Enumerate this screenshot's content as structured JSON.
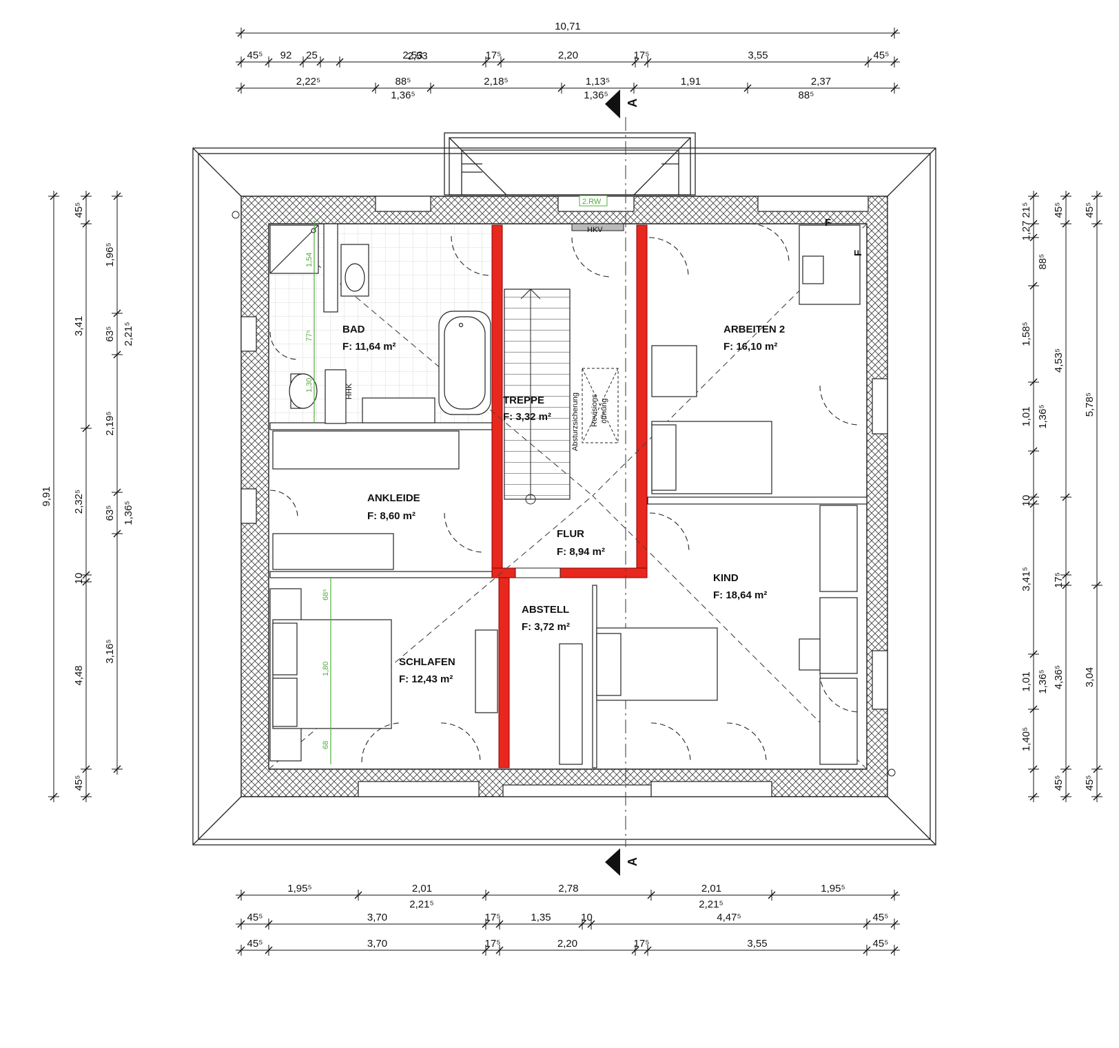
{
  "rooms": [
    {
      "id": "bad",
      "name": "BAD",
      "area": "F: 11,64 m²"
    },
    {
      "id": "treppe",
      "name": "TREPPE",
      "area": "F: 3,32 m²"
    },
    {
      "id": "arbeiten2",
      "name": "ARBEITEN 2",
      "area": "F:   16,10 m²"
    },
    {
      "id": "ankleide",
      "name": "ANKLEIDE",
      "area": "F:  8,60 m²"
    },
    {
      "id": "flur",
      "name": "FLUR",
      "area": "F: 8,94 m²"
    },
    {
      "id": "kind",
      "name": "KIND",
      "area": "F: 18,64 m²"
    },
    {
      "id": "abstell",
      "name": "ABSTELL",
      "area": "F: 3,72 m²"
    },
    {
      "id": "schlafen",
      "name": "SCHLAFEN",
      "area": "F:  12,43 m²"
    }
  ],
  "labels": {
    "rw": "2.RW",
    "hkv": "HKV",
    "hhk": "HHK",
    "absturz": "Absturzsicherung",
    "revision1": "Revisions",
    "revision2": "öffnung",
    "f1": "F",
    "f2": "F",
    "section": "A"
  },
  "dims_top": {
    "total": "10,71",
    "row2": [
      "45⁵",
      "92",
      "25",
      "2,53",
      "17⁵",
      "2,20",
      "17⁵",
      "3,55",
      "45⁵"
    ],
    "row3_upper": [
      "2,22⁵",
      "88⁵",
      "2,18⁵",
      "1,13⁵",
      "1,91",
      "2,37"
    ],
    "row3_lower": [
      "1,36⁵",
      "1,36⁵",
      "88⁵"
    ]
  },
  "dims_bottom": {
    "row1_upper": [
      "1,95⁵",
      "2,01",
      "2,78",
      "2,01",
      "1,95⁵"
    ],
    "row1_lower": [
      "2,21⁵",
      "2,21⁵"
    ],
    "row2": [
      "45⁵",
      "3,70",
      "17⁵",
      "1,35",
      "10",
      "4,47⁵",
      "45⁵"
    ],
    "row3": [
      "45⁵",
      "3,70",
      "17⁵",
      "2,20",
      "17⁵",
      "3,55",
      "45⁵"
    ]
  },
  "dims_left": {
    "total": "9,91",
    "col2": [
      "45⁵",
      "3,41",
      "2,32⁵",
      "10",
      "4,48",
      "45⁵"
    ],
    "col3": [
      "1,96⁵",
      "63⁵",
      "2,19⁵",
      "63⁵",
      "3,16⁵"
    ],
    "col3_extra": [
      "2,21⁵",
      "1,36⁵"
    ]
  },
  "dims_right": {
    "col1": [
      "21⁵",
      "1,27",
      "88⁵",
      "1,58⁵",
      "1,01",
      "1,36⁵",
      "10",
      "3,41⁵",
      "1,01",
      "1,36⁵",
      "1,40⁵"
    ],
    "col2": [
      "45⁵",
      "4,53⁵",
      "17⁵",
      "4,36⁵",
      "45⁵"
    ],
    "col3": [
      "45⁵",
      "5,78⁵",
      "3,04",
      "45⁵"
    ]
  },
  "green_dims": [
    "1,54",
    "77⁵",
    "1,30",
    "68⁵",
    "1,80",
    "68"
  ]
}
